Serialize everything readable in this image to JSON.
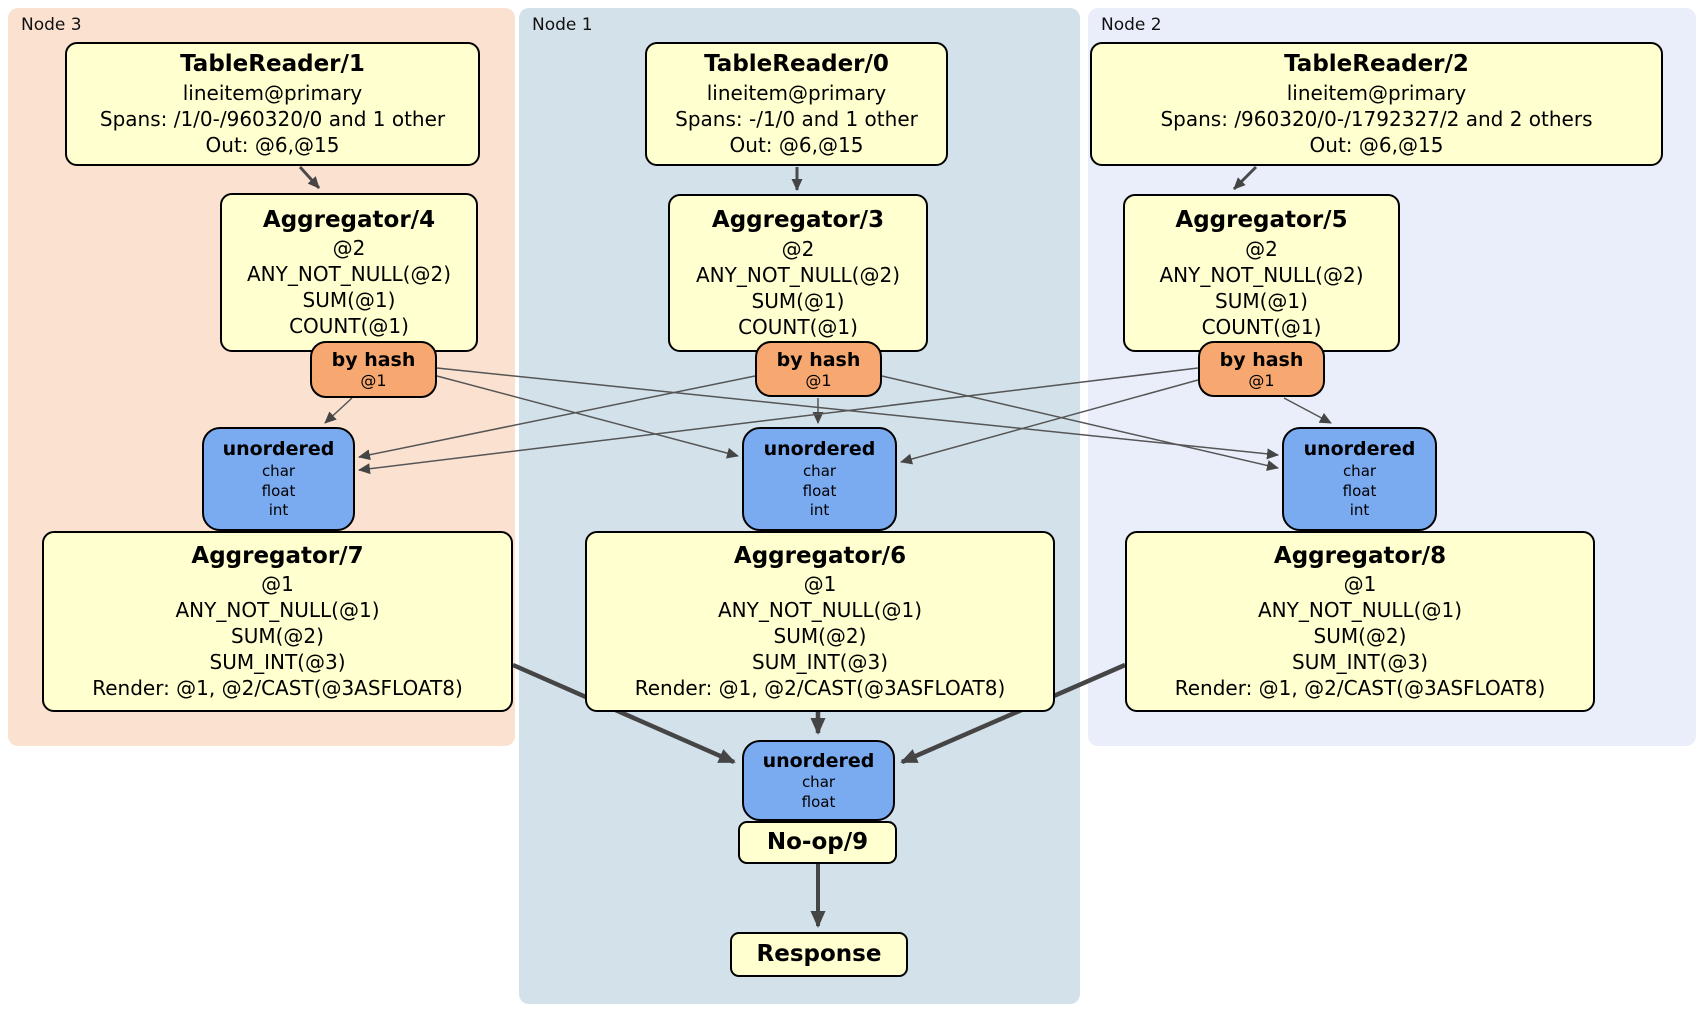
{
  "regions": [
    {
      "label": "Node 3"
    },
    {
      "label": "Node 1"
    },
    {
      "label": "Node 2"
    }
  ],
  "boxes": {
    "tr1": {
      "title": "TableReader/1",
      "lines": [
        "lineitem@primary",
        "Spans: /1/0-/960320/0 and 1 other",
        "Out: @6,@15"
      ]
    },
    "tr0": {
      "title": "TableReader/0",
      "lines": [
        "lineitem@primary",
        "Spans: -/1/0 and 1 other",
        "Out: @6,@15"
      ]
    },
    "tr2": {
      "title": "TableReader/2",
      "lines": [
        "lineitem@primary",
        "Spans: /960320/0-/1792327/2 and 2 others",
        "Out: @6,@15"
      ]
    },
    "agg4": {
      "title": "Aggregator/4",
      "lines": [
        "@2",
        "ANY_NOT_NULL(@2)",
        "SUM(@1)",
        "COUNT(@1)"
      ]
    },
    "agg3": {
      "title": "Aggregator/3",
      "lines": [
        "@2",
        "ANY_NOT_NULL(@2)",
        "SUM(@1)",
        "COUNT(@1)"
      ]
    },
    "agg5": {
      "title": "Aggregator/5",
      "lines": [
        "@2",
        "ANY_NOT_NULL(@2)",
        "SUM(@1)",
        "COUNT(@1)"
      ]
    },
    "agg7": {
      "title": "Aggregator/7",
      "lines": [
        "@1",
        "ANY_NOT_NULL(@1)",
        "SUM(@2)",
        "SUM_INT(@3)",
        "Render: @1, @2/CAST(@3ASFLOAT8)"
      ]
    },
    "agg6": {
      "title": "Aggregator/6",
      "lines": [
        "@1",
        "ANY_NOT_NULL(@1)",
        "SUM(@2)",
        "SUM_INT(@3)",
        "Render: @1, @2/CAST(@3ASFLOAT8)"
      ]
    },
    "agg8": {
      "title": "Aggregator/8",
      "lines": [
        "@1",
        "ANY_NOT_NULL(@1)",
        "SUM(@2)",
        "SUM_INT(@3)",
        "Render: @1, @2/CAST(@3ASFLOAT8)"
      ]
    },
    "noop": {
      "title": "No-op/9"
    },
    "response": {
      "title": "Response"
    }
  },
  "routers": {
    "left": {
      "title": "by hash",
      "detail": "@1"
    },
    "center": {
      "title": "by hash",
      "detail": "@1"
    },
    "right": {
      "title": "by hash",
      "detail": "@1"
    }
  },
  "syncs": {
    "left": {
      "title": "unordered",
      "items": [
        "char",
        "float",
        "int"
      ]
    },
    "center": {
      "title": "unordered",
      "items": [
        "char",
        "float",
        "int"
      ]
    },
    "right": {
      "title": "unordered",
      "items": [
        "char",
        "float",
        "int"
      ]
    },
    "final": {
      "title": "unordered",
      "items": [
        "char",
        "float"
      ]
    }
  },
  "edges": [
    {
      "from": "TableReader/1",
      "to": "Aggregator/4"
    },
    {
      "from": "TableReader/0",
      "to": "Aggregator/3"
    },
    {
      "from": "TableReader/2",
      "to": "Aggregator/5"
    },
    {
      "from": "by-hash-node3",
      "to": "unordered-node3"
    },
    {
      "from": "by-hash-node3",
      "to": "unordered-node1"
    },
    {
      "from": "by-hash-node3",
      "to": "unordered-node2"
    },
    {
      "from": "by-hash-node1",
      "to": "unordered-node3"
    },
    {
      "from": "by-hash-node1",
      "to": "unordered-node1"
    },
    {
      "from": "by-hash-node1",
      "to": "unordered-node2"
    },
    {
      "from": "by-hash-node2",
      "to": "unordered-node3"
    },
    {
      "from": "by-hash-node2",
      "to": "unordered-node1"
    },
    {
      "from": "by-hash-node2",
      "to": "unordered-node2"
    },
    {
      "from": "Aggregator/7",
      "to": "unordered-final"
    },
    {
      "from": "Aggregator/6",
      "to": "unordered-final"
    },
    {
      "from": "Aggregator/8",
      "to": "unordered-final"
    },
    {
      "from": "No-op/9",
      "to": "Response"
    }
  ],
  "colors": {
    "node3_bg": "#fbe1cf",
    "node1_bg": "#d3e1ea",
    "node2_bg": "#e9eefa",
    "processor_box_bg": "#ffffd0",
    "hash_router_bg": "#f7a871",
    "sync_bg": "#7aaaf0",
    "edge": "#4a4a4a"
  }
}
